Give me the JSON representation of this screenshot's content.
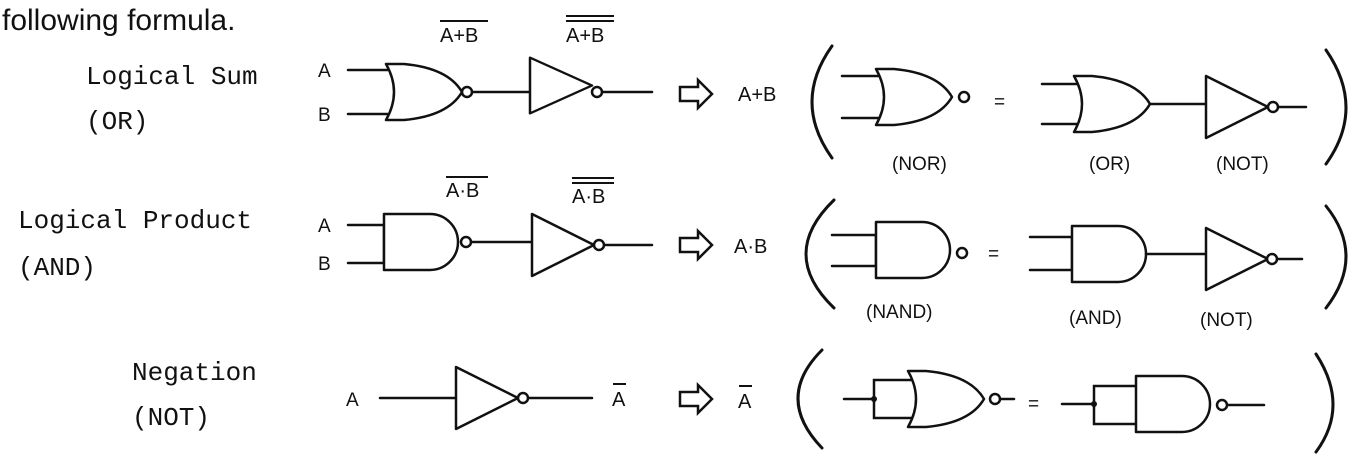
{
  "heading": "following formula.",
  "rows": [
    {
      "label_name": "Logical Sum",
      "label_op": "(OR)",
      "input_a": "A",
      "input_b": "B",
      "first_output": "A+B",
      "second_output": "A+B",
      "result": "A+B",
      "lhs_gate": "(NOR)",
      "equals": "=",
      "rhs_gate_1": "(OR)",
      "rhs_gate_2": "(NOT)"
    },
    {
      "label_name": "Logical Product",
      "label_op": "(AND)",
      "input_a": "A",
      "input_b": "B",
      "first_output": "A·B",
      "second_output": "A·B",
      "result": "A·B",
      "lhs_gate": "(NAND)",
      "equals": "=",
      "rhs_gate_1": "(AND)",
      "rhs_gate_2": "(NOT)"
    },
    {
      "label_name": "Negation",
      "label_op": "(NOT)",
      "input_a": "A",
      "output": "A",
      "result": "A",
      "equals": "="
    }
  ]
}
